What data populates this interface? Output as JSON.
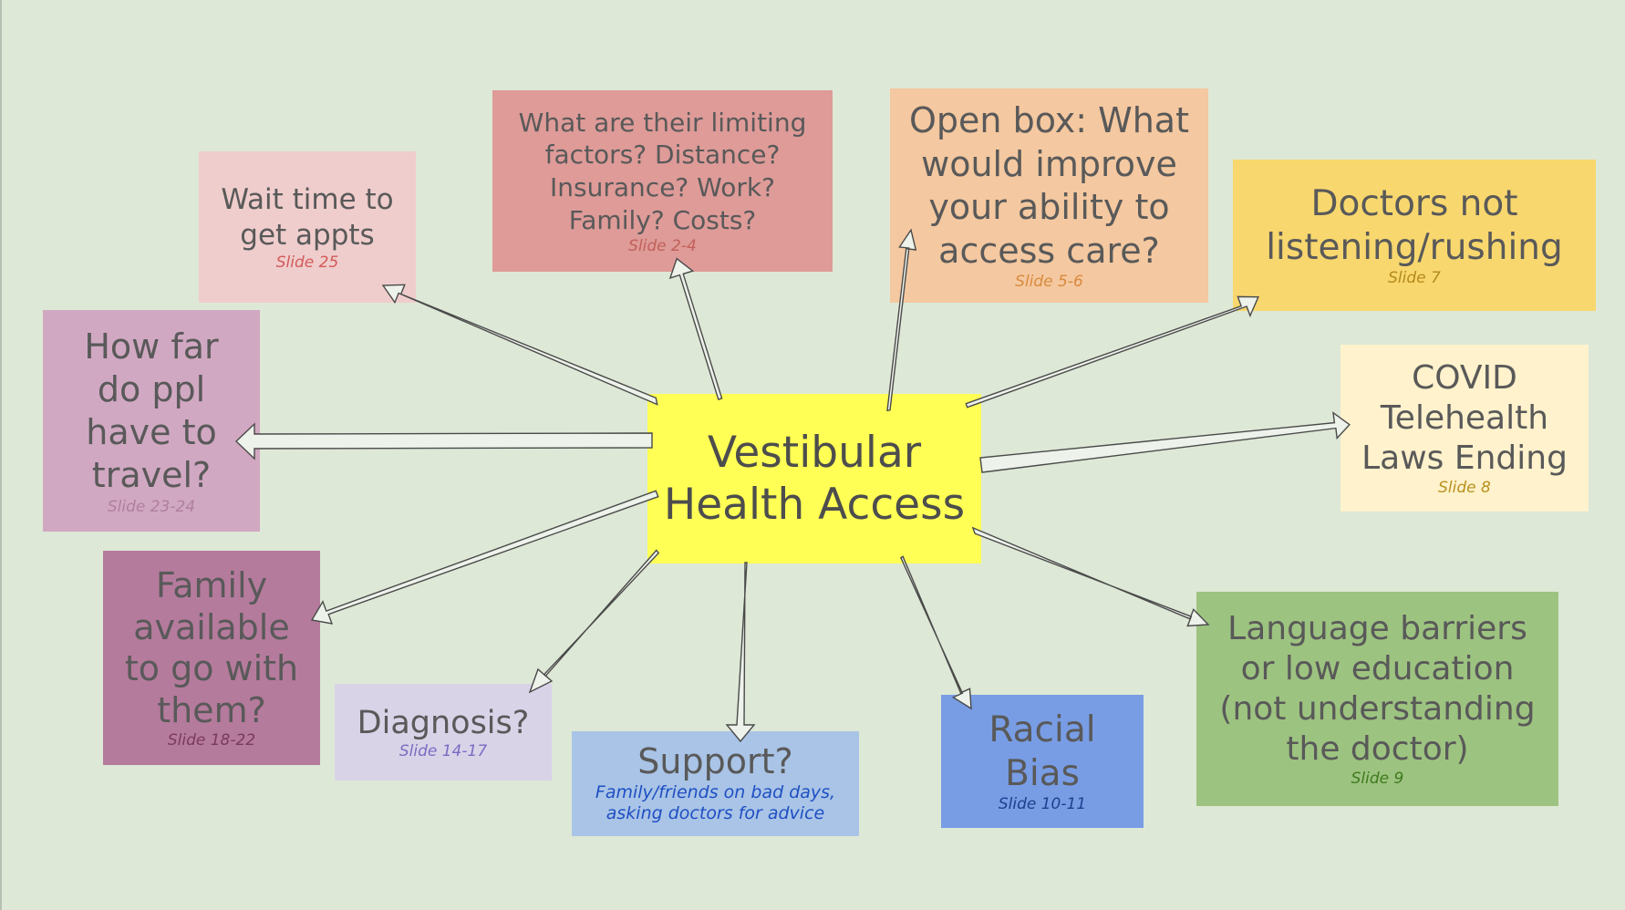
{
  "center": {
    "title": "Vestibular\nHealth Access"
  },
  "nodes": {
    "limiting_factors": {
      "text": "What are their limiting factors? Distance? Insurance? Work? Family? Costs?",
      "slide": "Slide 2-4"
    },
    "open_box": {
      "text": "Open box: What would improve your ability to access care?",
      "slide": "Slide 5-6"
    },
    "doctors_not_listening": {
      "text": "Doctors not listening/rushing",
      "slide": "Slide 7"
    },
    "covid_telehealth": {
      "text": "COVID\nTelehealth\nLaws Ending",
      "slide": "Slide 8"
    },
    "language_barriers": {
      "text": "Language barriers or low education (not understanding the doctor)",
      "slide": "Slide 9"
    },
    "racial_bias": {
      "text": "Racial\nBias",
      "slide": "Slide 10-11"
    },
    "support": {
      "text": "Support?",
      "note": "Family/friends on bad days,\nasking doctors for advice"
    },
    "diagnosis": {
      "text": "Diagnosis?",
      "slide": "Slide 14-17"
    },
    "family_available": {
      "text": "Family\navailable\nto go with\nthem?",
      "slide": "Slide 18-22"
    },
    "travel": {
      "text": "How far\ndo ppl\nhave to\ntravel?",
      "slide": "Slide 23-24"
    },
    "wait_time": {
      "text": "Wait time to\nget appts",
      "slide": "Slide 25"
    }
  },
  "colors": {
    "background": "#dde8d6",
    "center": "#ffff55",
    "limiting_factors": "#de9b98",
    "open_box": "#f4c8a0",
    "doctors_not_listening": "#f8d76e",
    "covid_telehealth": "#fff2cc",
    "language_barriers": "#9dc380",
    "racial_bias": "#789de4",
    "support": "#a9c4e6",
    "diagnosis": "#d9d3e8",
    "family_available": "#b57b9c",
    "travel": "#d1a8c2",
    "wait_time": "#efcdcc"
  }
}
